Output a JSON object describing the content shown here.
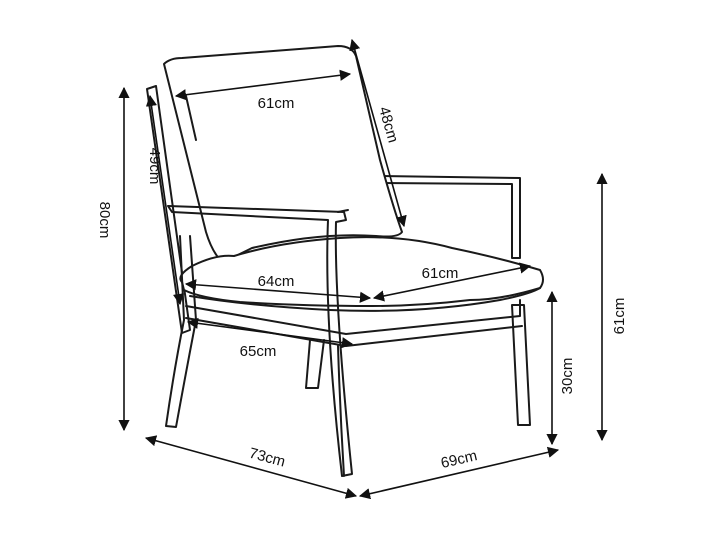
{
  "diagram": {
    "colors": {
      "line": "#1a1a1a",
      "background": "#ffffff"
    },
    "dimensions": {
      "backrest_width": "61cm",
      "backrest_height": "48cm",
      "back_side_height": "49cm",
      "total_height": "80cm",
      "seat_width": "64cm",
      "seat_depth": "61cm",
      "frame_width": "65cm",
      "overall_width": "73cm",
      "overall_depth": "69cm",
      "armrest_height": "61cm",
      "seat_height": "30cm"
    }
  }
}
